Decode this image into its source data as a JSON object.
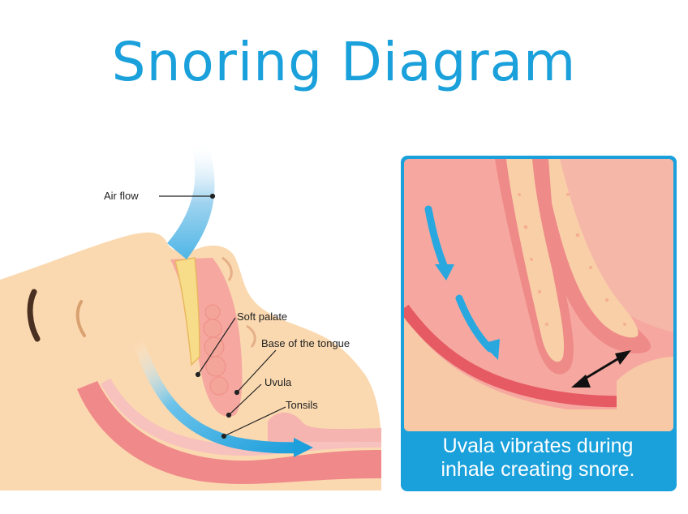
{
  "title": "Snoring Diagram",
  "labels": {
    "air_flow": "Air flow",
    "soft_palate": "Soft palate",
    "base_of_tongue": "Base of  the tongue",
    "uvula": "Uvula",
    "tonsils": "Tonsils"
  },
  "inset": {
    "caption_line1": "Uvala vibrates during",
    "caption_line2": "inhale creating snore."
  },
  "colors": {
    "title": "#1aa0db",
    "skin": "#fbd9b0",
    "tissue": "#f08a8a",
    "tissue_dark": "#e65a64",
    "airway": "#f5b4b0",
    "airflow": "#29a8e0",
    "bone": "#f7dc8a",
    "panel_border": "#1aa0db"
  }
}
